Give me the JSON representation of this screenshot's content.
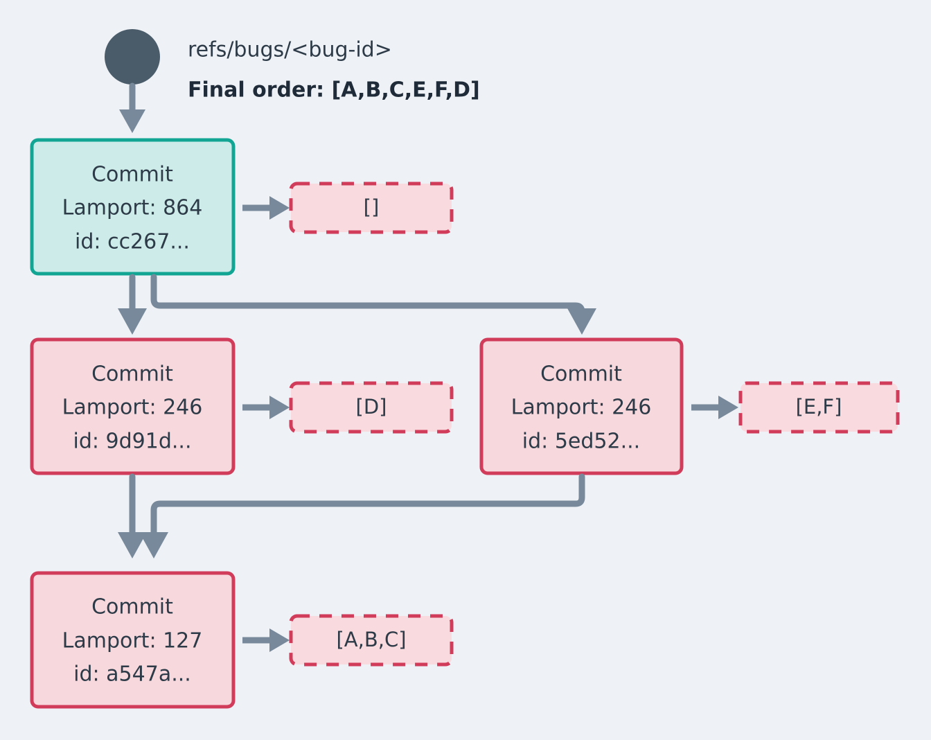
{
  "diagram": {
    "title_ref": "refs/bugs/<bug-id>",
    "final_order": "Final order: [A,B,C,E,F,D]",
    "background_color": "#eef1f5",
    "edge_color": "#77899a",
    "start_dot_color": "#4a5c6a",
    "nodes": [
      {
        "id": "node-head",
        "kind": "commit",
        "highlight": "head",
        "fill": "#cdebe8",
        "stroke": "#12a594",
        "line1": "Commit",
        "line2": "Lamport: 864",
        "line3": "id: cc267...",
        "lamport": 864,
        "commit_id": "cc267..."
      },
      {
        "id": "node-left",
        "kind": "commit",
        "highlight": "normal",
        "fill": "#f7d8dd",
        "stroke": "#d03c5a",
        "line1": "Commit",
        "line2": "Lamport: 246",
        "line3": "id: 9d91d...",
        "lamport": 246,
        "commit_id": "9d91d..."
      },
      {
        "id": "node-right",
        "kind": "commit",
        "highlight": "normal",
        "fill": "#f7d8dd",
        "stroke": "#d03c5a",
        "line1": "Commit",
        "line2": "Lamport: 246",
        "line3": "id: 5ed52...",
        "lamport": 246,
        "commit_id": "5ed52..."
      },
      {
        "id": "node-root",
        "kind": "commit",
        "highlight": "normal",
        "fill": "#f7d8dd",
        "stroke": "#d03c5a",
        "line1": "Commit",
        "line2": "Lamport: 127",
        "line3": "id: a547a...",
        "lamport": 127,
        "commit_id": "a547a..."
      }
    ],
    "chips": [
      {
        "id": "chip-head",
        "label": "[]"
      },
      {
        "id": "chip-left",
        "label": "[D]"
      },
      {
        "id": "chip-right",
        "label": "[E,F]"
      },
      {
        "id": "chip-root",
        "label": "[A,B,C]"
      }
    ]
  }
}
